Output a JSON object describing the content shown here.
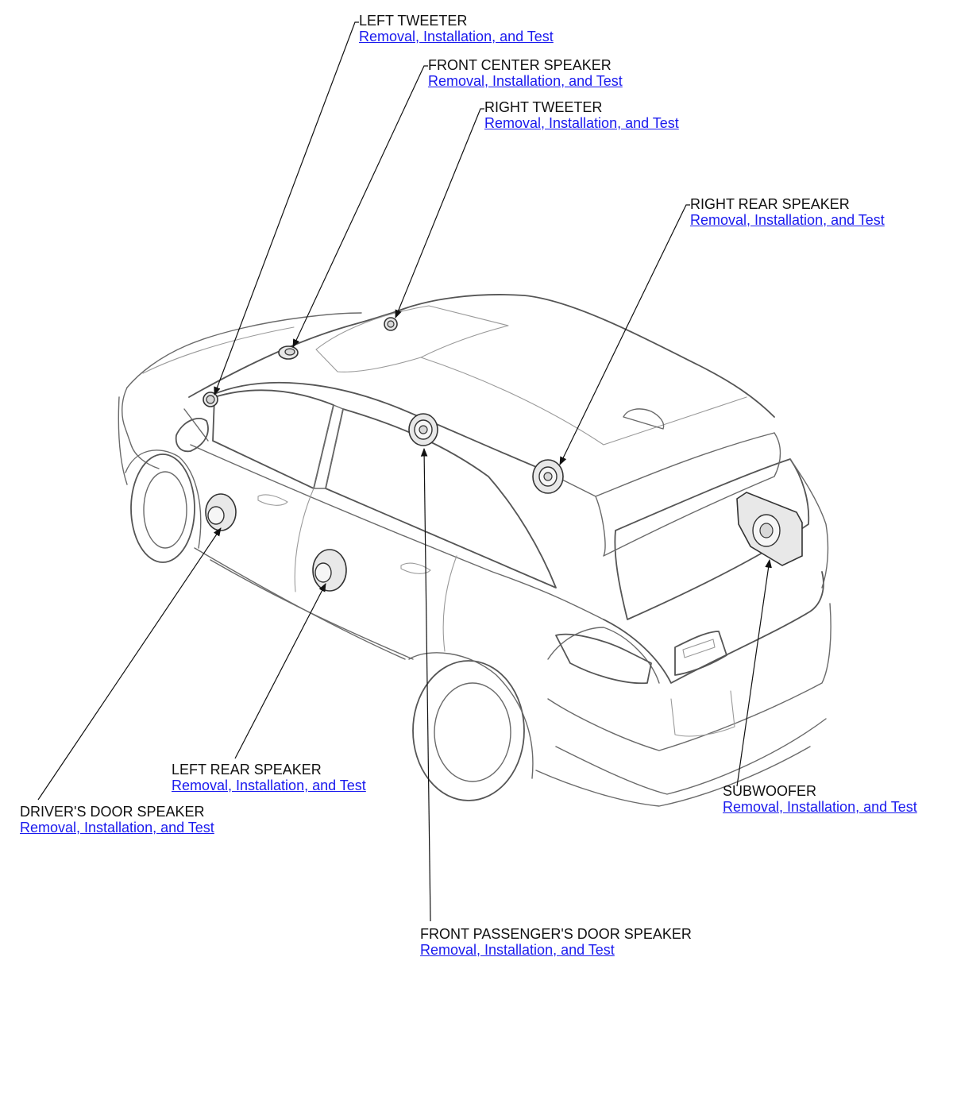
{
  "colors": {
    "label_text": "#111111",
    "link_text": "#1a1aee",
    "car_outline": "#6a6a6a",
    "leader_line": "#111111"
  },
  "callouts": {
    "left_tweeter": {
      "name": "LEFT TWEETER",
      "link": "Removal, Installation, and Test"
    },
    "front_center_speaker": {
      "name": "FRONT CENTER SPEAKER",
      "link": "Removal, Installation, and Test"
    },
    "right_tweeter": {
      "name": "RIGHT TWEETER",
      "link": "Removal, Installation, and Test"
    },
    "right_rear_speaker": {
      "name": "RIGHT REAR SPEAKER",
      "link": "Removal, Installation, and Test"
    },
    "left_rear_speaker": {
      "name": "LEFT REAR SPEAKER",
      "link": "Removal, Installation, and Test"
    },
    "drivers_door_speaker": {
      "name": "DRIVER'S DOOR SPEAKER",
      "link": "Removal, Installation, and Test"
    },
    "subwoofer": {
      "name": "SUBWOOFER",
      "link": "Removal, Installation, and Test"
    },
    "front_passengers_door_speaker": {
      "name": "FRONT PASSENGER'S DOOR SPEAKER",
      "link": "Removal, Installation, and Test"
    }
  }
}
